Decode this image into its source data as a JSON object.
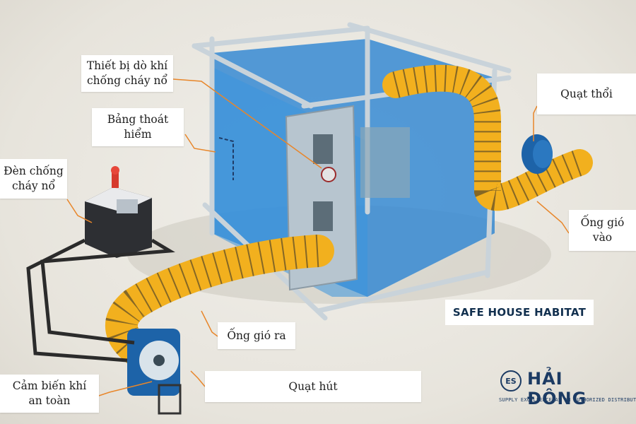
{
  "labels": {
    "gas_detector": "Thiết bị dò khí\nchống cháy nổ",
    "exit_sign": "Bảng thoát\nhiểm",
    "explosion_proof_light": "Đèn chống\ncháy nổ",
    "blower_fan": "Quạt thổi",
    "inlet_duct": "Ống gió\nvào",
    "outlet_duct": "Ống gió ra",
    "exhaust_fan": "Quạt hút",
    "safety_gas_sensor": "Cảm biến khí\nan toàn"
  },
  "title": "SAFE HOUSE HABITAT",
  "logo": {
    "mark": "ES",
    "name": "HẢI ĐÔNG",
    "tagline": "SUPPLY EXCELLENCE AS AN AUTHORIZED DISTRIBUTOR"
  },
  "colors": {
    "habitat_blue": "#2f86d2",
    "duct_yellow": "#f2b01e",
    "leader_orange": "#e8862a",
    "fan_blue": "#1d63a8",
    "brand_navy": "#1b3a63"
  }
}
